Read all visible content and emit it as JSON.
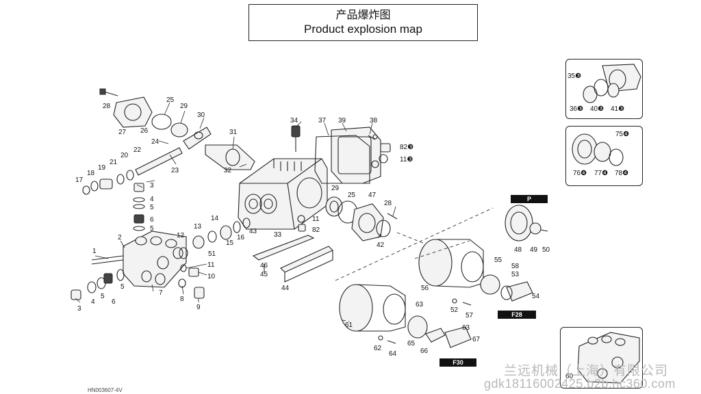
{
  "title": {
    "chinese": "产品爆炸图",
    "english": "Product explosion map"
  },
  "tags": {
    "pulley": "P",
    "f28": "F28",
    "f30": "F30"
  },
  "watermark": {
    "company": "兰远机械（上海）有限公司",
    "site": "gdk18116002425.b2b.hc360.com"
  },
  "corner_code": "HN003607-4V",
  "part_labels": [
    "1",
    "2",
    "3",
    "4",
    "5",
    "6",
    "7",
    "8",
    "9",
    "10",
    "11",
    "12",
    "13",
    "14",
    "15",
    "16",
    "17",
    "18",
    "19",
    "20",
    "21",
    "22",
    "23",
    "24",
    "25",
    "26",
    "27",
    "28",
    "29",
    "30",
    "31",
    "32",
    "33",
    "34",
    "35",
    "36",
    "37",
    "38",
    "39",
    "40",
    "41",
    "42",
    "43",
    "44",
    "45",
    "46",
    "47",
    "48",
    "49",
    "50",
    "51",
    "52",
    "53",
    "54",
    "55",
    "56",
    "57",
    "58",
    "60",
    "61",
    "62",
    "63",
    "64",
    "65",
    "66",
    "67",
    "75",
    "76",
    "77",
    "78",
    "82"
  ],
  "circled_note_marks": [
    "❸",
    "❹"
  ]
}
